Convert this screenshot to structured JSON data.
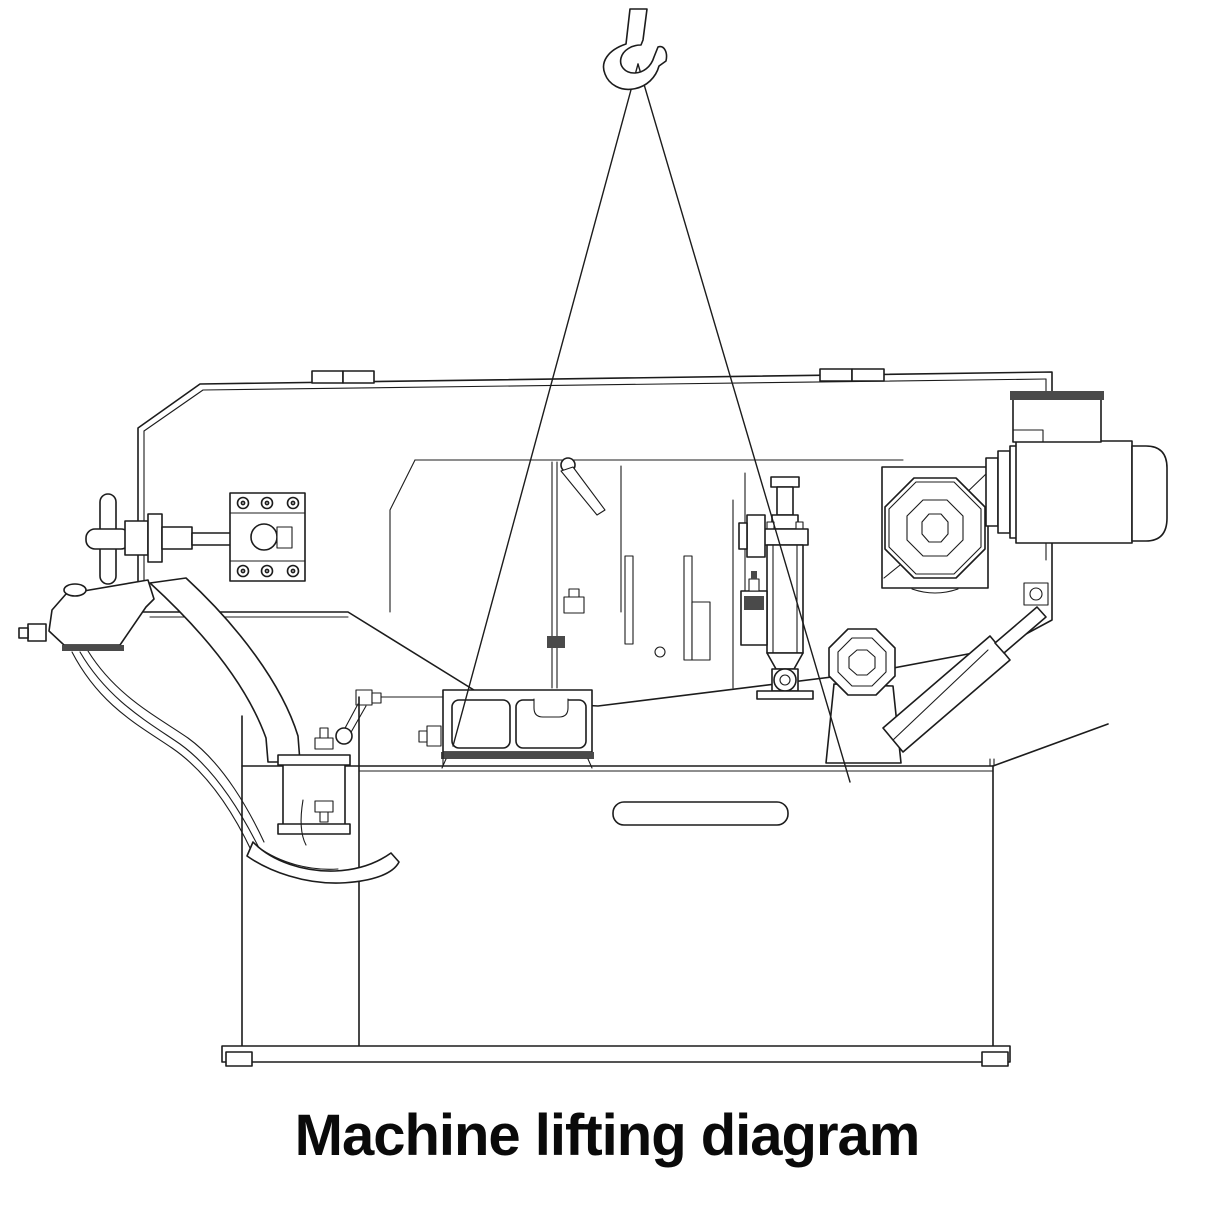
{
  "caption": {
    "text": "Machine lifting diagram"
  },
  "colors": {
    "background": "#ffffff",
    "line": "#1c1c1c",
    "dark_fill": "#4a4a4a",
    "text": "#0a0a0a"
  },
  "diagram": {
    "type": "technical-line-drawing",
    "subject": "Horizontal band saw machine suspended from a crane hook by a two-leg lifting sling",
    "parts": [
      {
        "icon": "crane-hook-icon",
        "label": "Crane hook"
      },
      {
        "icon": "sling-lines-icon",
        "label": "Two-leg lifting sling"
      },
      {
        "icon": "saw-bow-icon",
        "label": "Saw bow / frame"
      },
      {
        "icon": "tension-handwheel-icon",
        "label": "Blade tension handwheel and guide plate"
      },
      {
        "icon": "blade-wheel-icon",
        "label": "Drive wheel housing"
      },
      {
        "icon": "motor-icon",
        "label": "Electric motor with terminal box"
      },
      {
        "icon": "feed-cylinder-icon",
        "label": "Hydraulic feed cylinder with valves"
      },
      {
        "icon": "damper-icon",
        "label": "Hydraulic damper cylinder"
      },
      {
        "icon": "pivot-icon",
        "label": "Bow pivot bearing"
      },
      {
        "icon": "vise-icon",
        "label": "Work vise and table"
      },
      {
        "icon": "handle-grip-icon",
        "label": "Carrying handle, hoses and hinge bracket"
      },
      {
        "icon": "base-cabinet-icon",
        "label": "Base cabinet with hand slot and floor rail"
      }
    ]
  }
}
